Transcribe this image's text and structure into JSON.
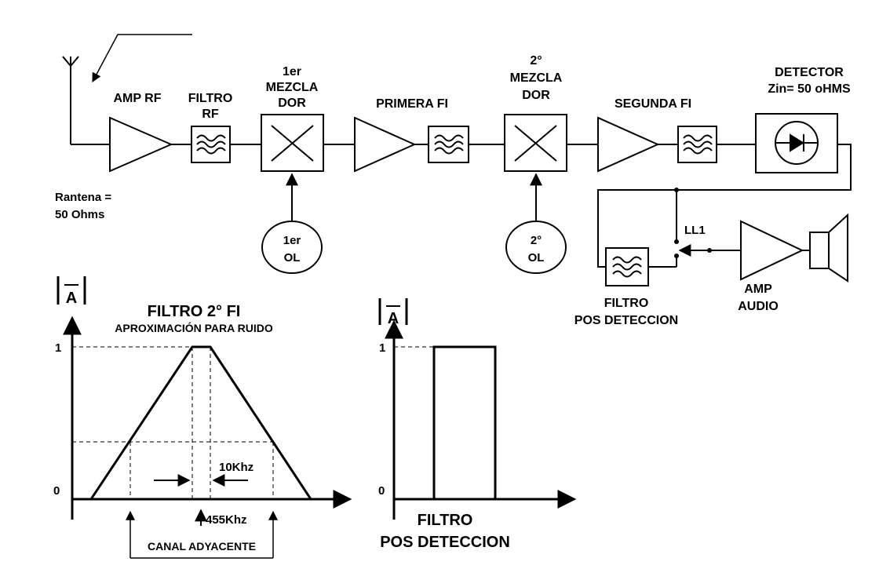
{
  "chain": {
    "amp_rf": "AMP RF",
    "filtro_rf": [
      "FILTRO",
      "RF"
    ],
    "mezclador1": [
      "1er",
      "MEZCLA",
      "DOR"
    ],
    "primera_fi": "PRIMERA FI",
    "mezclador2": [
      "2°",
      "MEZCLA",
      "DOR"
    ],
    "segunda_fi": "SEGUNDA FI",
    "detector": [
      "DETECTOR",
      "Zin= 50 oHMS"
    ],
    "antena": [
      "Rantena =",
      "50 Ohms"
    ],
    "ol1": [
      "1er",
      "OL"
    ],
    "ol2": [
      "2°",
      "OL"
    ],
    "switch": "LL1",
    "filtro_pos": [
      "FILTRO",
      "POS DETECCION"
    ],
    "amp_audio": [
      "AMP",
      "AUDIO"
    ]
  },
  "graph1": {
    "axis_label": "A",
    "title": "FILTRO 2° FI",
    "subtitle": "APROXIMACIÓN PARA RUIDO",
    "y_one": "1",
    "y_zero": "0",
    "bw_label": "10Khz",
    "fc_label": "455Khz",
    "adj_label": "CANAL ADYACENTE"
  },
  "graph2": {
    "axis_label": "A",
    "y_one": "1",
    "y_zero": "0",
    "title": [
      "FILTRO",
      "POS DETECCION"
    ]
  }
}
